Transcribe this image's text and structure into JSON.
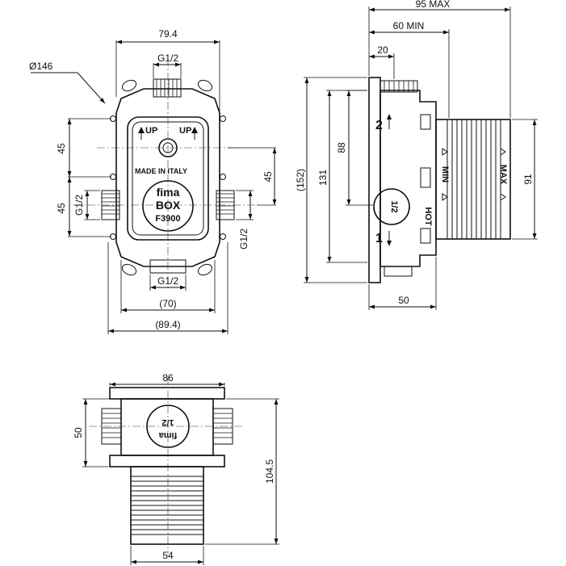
{
  "front_view": {
    "width_top": "79.4",
    "diameter": "Ø146",
    "thread_top": "G1/2",
    "up_left": "UP",
    "up_right": "UP",
    "made_in": "MADE IN ITALY",
    "brand": "fima",
    "box": "BOX",
    "model": "F3900",
    "dim_left_upper": "45",
    "dim_left_lower": "45",
    "thread_left": "G1/2",
    "dim_right": "45",
    "thread_right": "G1/2",
    "thread_bottom": "G1/2",
    "width_70": "(70)",
    "width_89": "(89.4)"
  },
  "side_view": {
    "max_depth": "95 MAX",
    "min_depth": "60 MIN",
    "dim_20": "20",
    "height_152": "(152)",
    "height_131": "131",
    "height_88": "88",
    "height_91": "91",
    "depth_50": "50",
    "port_2": "2",
    "port_1": "1",
    "mark_min": "MIN",
    "mark_max": "MAX",
    "hot": "HOT",
    "cap_text": "1/2"
  },
  "bottom_view": {
    "width_86": "86",
    "height_50": "50",
    "height_104": "104.5",
    "width_54": "54",
    "cap_text": "1/2",
    "brand": "fima"
  }
}
